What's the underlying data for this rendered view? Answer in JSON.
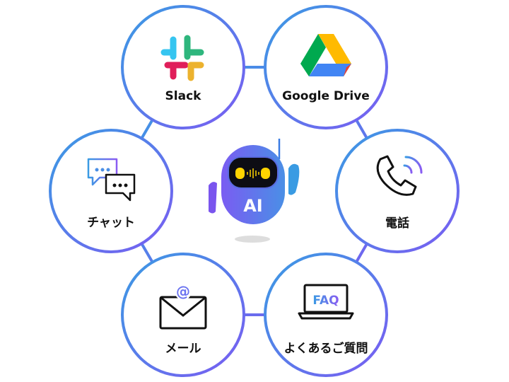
{
  "center": {
    "label": "AI",
    "icon": "ai-robot-icon"
  },
  "nodes": [
    {
      "label": "Slack",
      "icon": "slack-logo-icon"
    },
    {
      "label": "Google Drive",
      "icon": "google-drive-logo-icon"
    },
    {
      "label": "チャット",
      "icon": "chat-bubbles-icon"
    },
    {
      "label": "電話",
      "icon": "phone-icon"
    },
    {
      "label": "メール",
      "icon": "mail-icon"
    },
    {
      "label": "よくあるご質問",
      "icon": "faq-laptop-icon",
      "icon_text": "FAQ"
    }
  ],
  "colors": {
    "blue": "#3a9be3",
    "purple": "#7a5cf2",
    "yellow": "#ffd400"
  }
}
